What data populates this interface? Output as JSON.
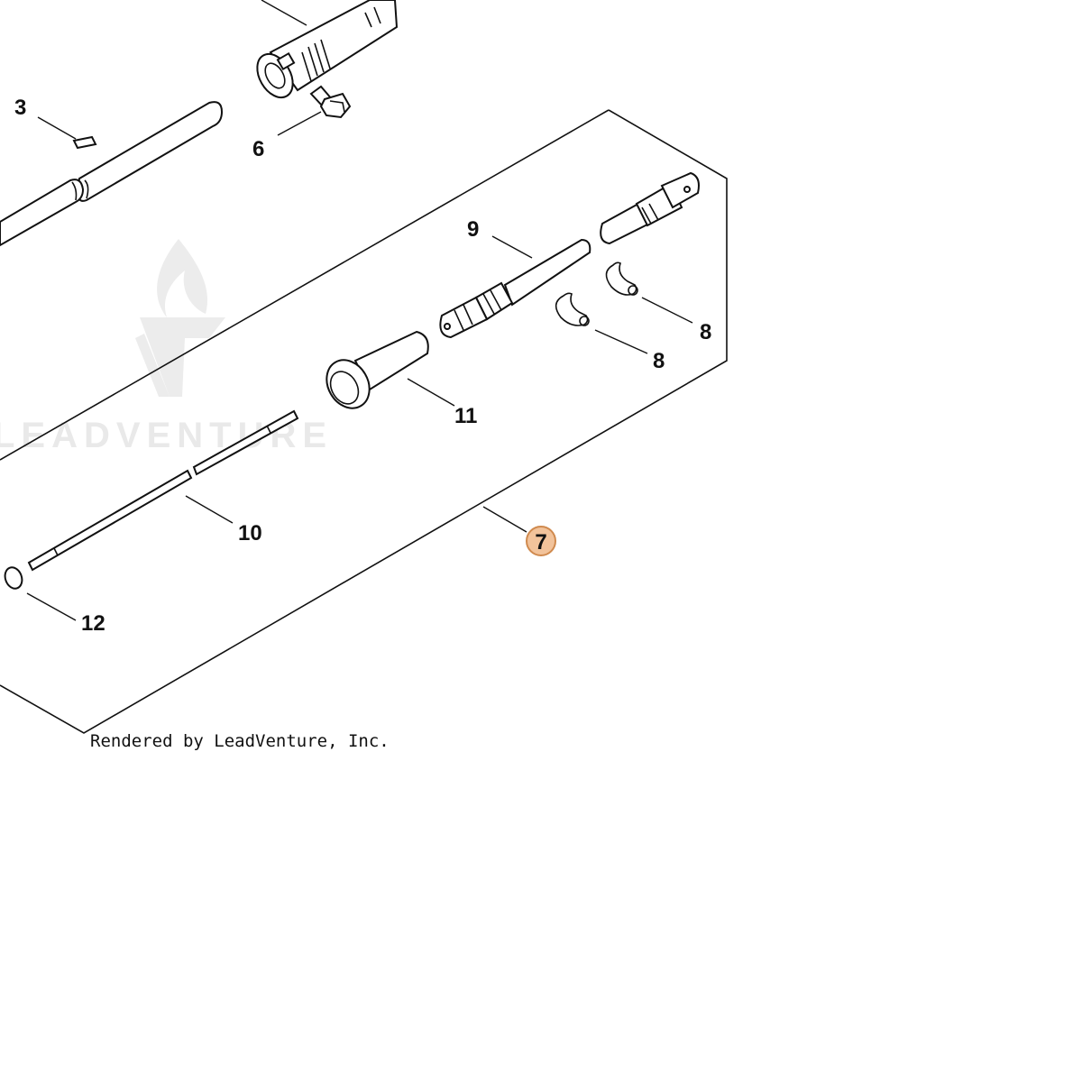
{
  "diagram": {
    "callouts": {
      "c3": "3",
      "c6": "6",
      "c7": "7",
      "c8a": "8",
      "c8b": "8",
      "c9": "9",
      "c10": "10",
      "c11": "11",
      "c12": "12"
    },
    "highlight_color": "#f2c39b",
    "highlight_stroke": "#d08a4e",
    "watermark_text": "LEADVENTURE",
    "watermark_logo": "flame-v-logo",
    "credit": "Rendered by LeadVenture, Inc."
  }
}
